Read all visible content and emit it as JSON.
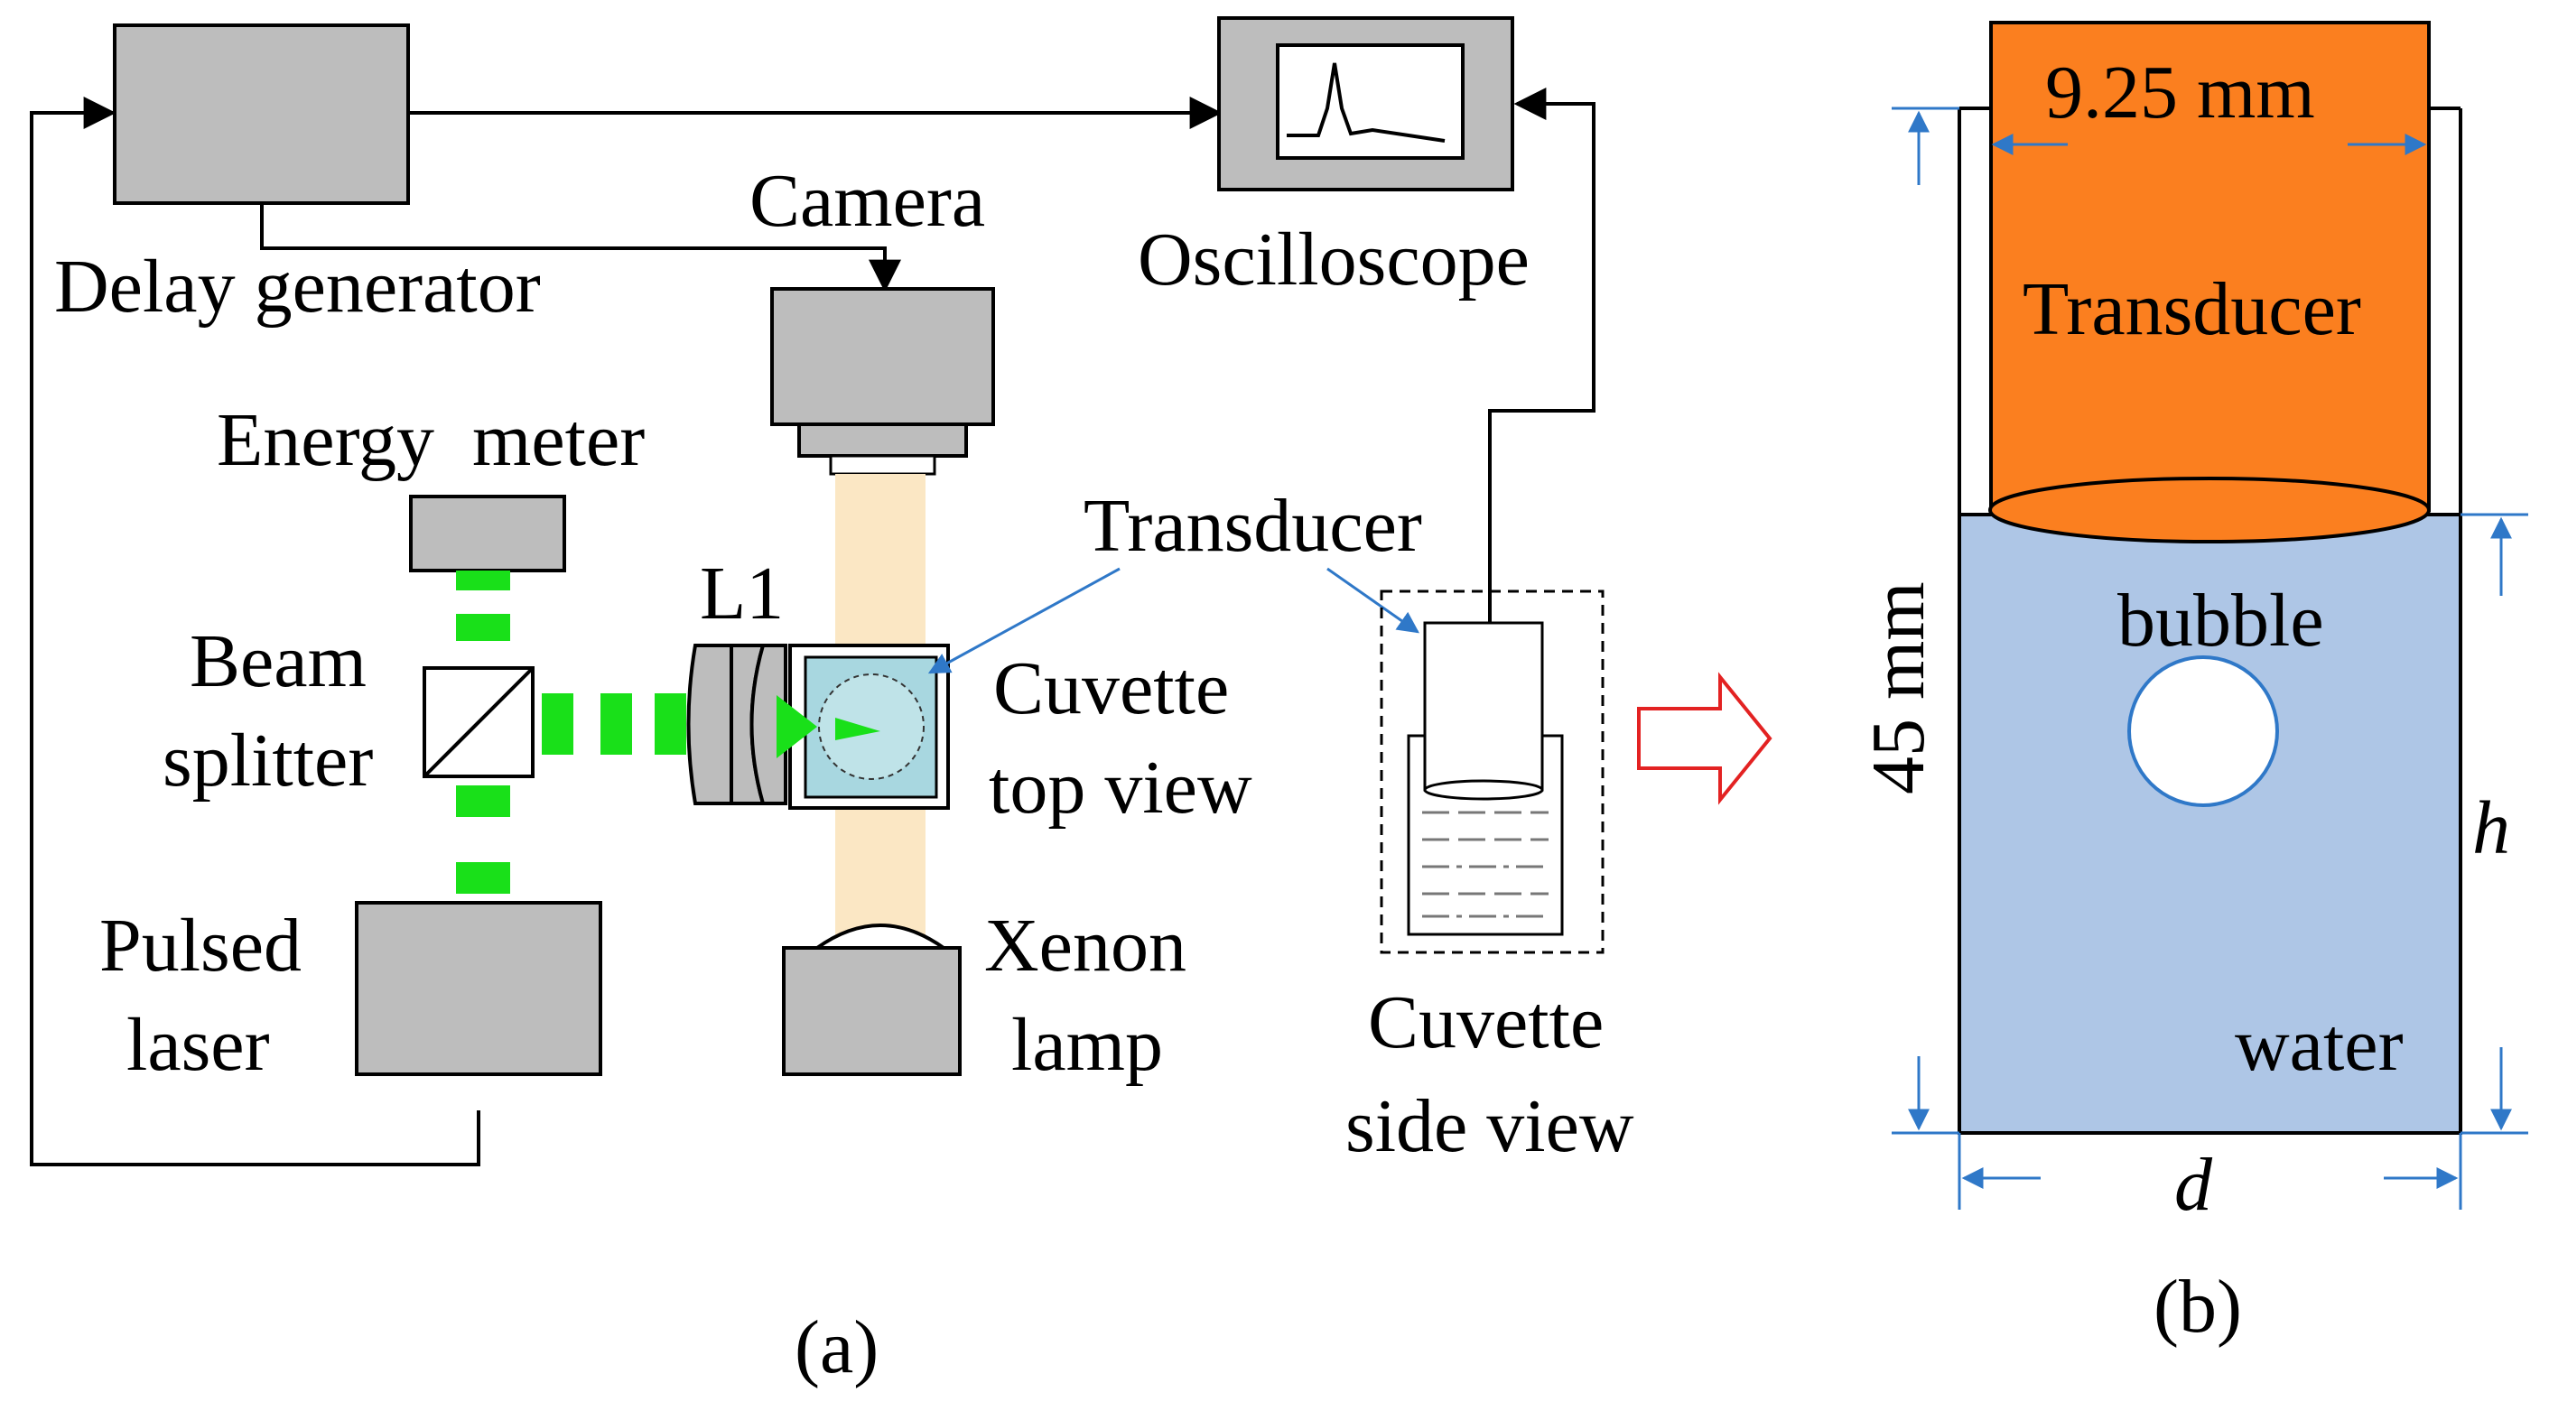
{
  "panel_a": {
    "delay_generator": "Delay generator",
    "oscilloscope": "Oscilloscope",
    "camera": "Camera",
    "energy_meter": "Energy  meter",
    "beam_splitter_line1": "Beam",
    "beam_splitter_line2": "splitter",
    "lens": "L1",
    "cuvette_top_line1": "Cuvette",
    "cuvette_top_line2": "top view",
    "transducer": "Transducer",
    "pulsed_laser_line1": "Pulsed",
    "pulsed_laser_line2": "laser",
    "xenon_line1": "Xenon",
    "xenon_line2": "lamp",
    "cuvette_side_line1": "Cuvette",
    "cuvette_side_line2": "side view",
    "caption": "(a)"
  },
  "panel_b": {
    "diameter_label": "9.25 mm",
    "transducer": "Transducer",
    "bubble": "bubble",
    "height_label": "45 mm",
    "h_label": "h",
    "water": "water",
    "d_label": "d",
    "caption": "(b)"
  },
  "colors": {
    "box_fill": "#bdbdbd",
    "laser_green": "#19e019",
    "transducer_orange": "#fb7f1f",
    "water_blue": "#aec6e6",
    "dimension_blue": "#2f78c8",
    "light_beam": "#fbe7c4",
    "red_arrow": "#e32222"
  }
}
